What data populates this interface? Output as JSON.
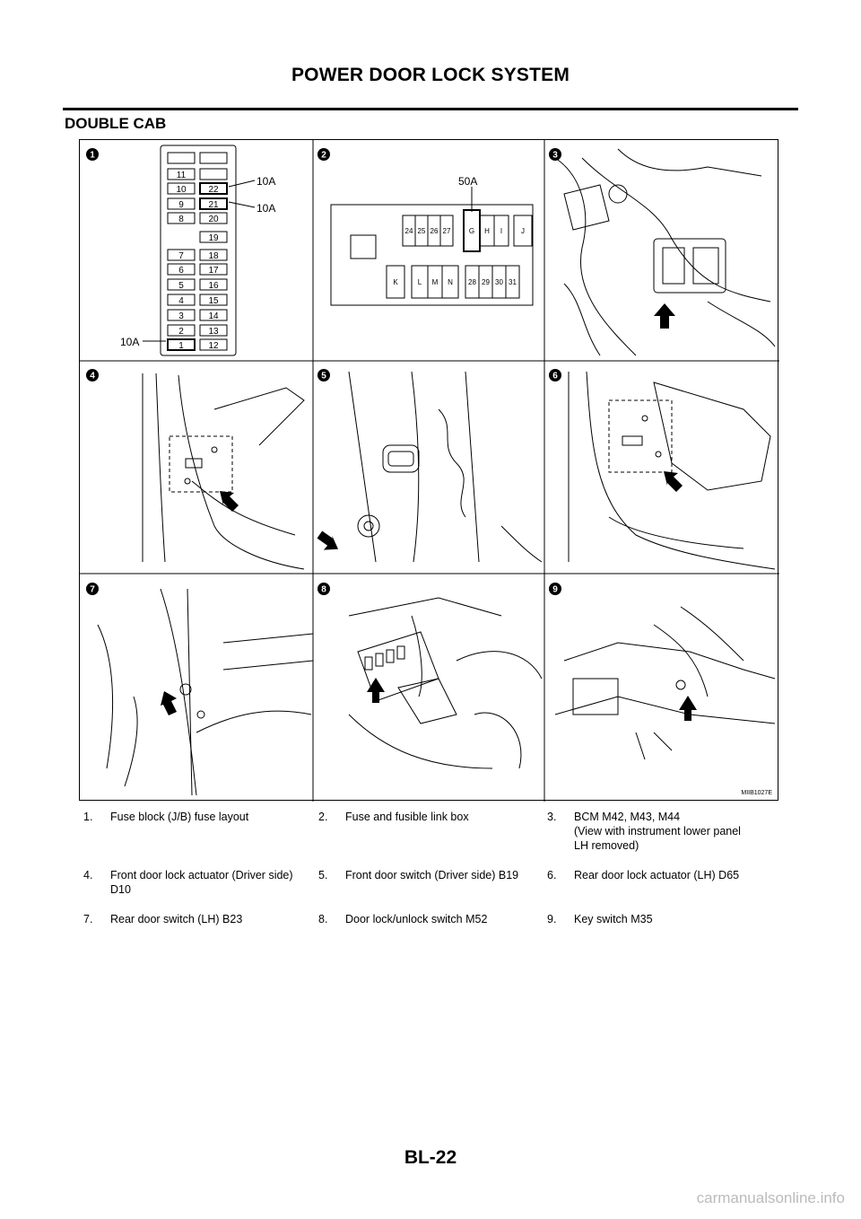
{
  "header": {
    "title": "POWER DOOR LOCK SYSTEM"
  },
  "section": {
    "heading": "DOUBLE CAB"
  },
  "figure": {
    "code": "MIIB1027E",
    "panel_numbers": [
      "1",
      "2",
      "3",
      "4",
      "5",
      "6",
      "7",
      "8",
      "9"
    ],
    "fuse_block": {
      "left_column": [
        "11",
        "10",
        "9",
        "8",
        "7",
        "6",
        "5",
        "4",
        "3",
        "2",
        "1"
      ],
      "right_column": [
        "22",
        "21",
        "20",
        "19",
        "18",
        "17",
        "16",
        "15",
        "14",
        "13",
        "12"
      ],
      "callouts": [
        "10A",
        "10A",
        "10A"
      ]
    },
    "link_box": {
      "callout": "50A",
      "top_fuses": [
        "24",
        "25",
        "26",
        "27"
      ],
      "top_links": [
        "G",
        "H",
        "I",
        "J"
      ],
      "bottom_links": [
        "K",
        "L",
        "M",
        "N"
      ],
      "bottom_fuses": [
        "28",
        "29",
        "30",
        "31"
      ]
    }
  },
  "legend": [
    {
      "num": "1.",
      "text": "Fuse block (J/B) fuse layout"
    },
    {
      "num": "2.",
      "text": "Fuse and fusible link box"
    },
    {
      "num": "3.",
      "text": "BCM M42, M43, M44",
      "text2": "(View with instrument lower panel",
      "text3": "LH removed)"
    },
    {
      "num": "4.",
      "text": "Front door lock actuator (Driver side)",
      "text2": "D10"
    },
    {
      "num": "5.",
      "text": "Front door switch (Driver side) B19"
    },
    {
      "num": "6.",
      "text": "Rear door lock actuator (LH) D65"
    },
    {
      "num": "7.",
      "text": "Rear door switch (LH) B23"
    },
    {
      "num": "8.",
      "text": "Door lock/unlock switch M52"
    },
    {
      "num": "9.",
      "text": "Key switch M35"
    }
  ],
  "footer": {
    "page_number": "BL-22",
    "watermark": "carmanualsonline.info"
  }
}
